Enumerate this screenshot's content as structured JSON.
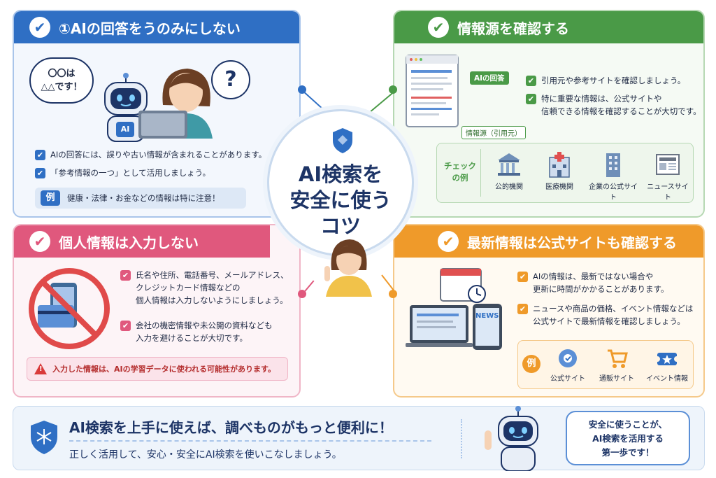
{
  "center": {
    "title_line1": "AI検索を",
    "title_line2": "安全に使う",
    "title_line3": "コツ"
  },
  "panel1": {
    "title": "①AIの回答をうのみにしない",
    "bubble_line1": "〇〇は",
    "bubble_line2": "△△です！",
    "question_mark": "?",
    "robot_badge": "AI",
    "bullets": [
      "AIの回答には、誤りや古い情報が含まれることがあります。",
      "「参考情報の一つ」として活用しましょう。"
    ],
    "example_tag": "例",
    "example_text": "健康・法律・お金などの情報は特に注意！"
  },
  "panel2": {
    "title": "情報源を確認する",
    "label_answer": "AIの回答",
    "label_source": "情報源（引用元）",
    "bullet1": "引用元や参考サイトを確認しましょう。",
    "bullet2_line1": "特に重要な情報は、公式サイトや",
    "bullet2_line2": "信頼できる情報を確認することが大切です。",
    "check_label_line1": "チェック",
    "check_label_line2": "の例",
    "sources": [
      "公的機関",
      "医療機関",
      "企業の公式サイト",
      "ニュースサイト"
    ]
  },
  "panel3": {
    "title": "個人情報は入力しない",
    "bullet1": [
      "氏名や住所、電話番号、メールアドレス、",
      "クレジットカード情報などの",
      "個人情報は入力しないようにしましょう。"
    ],
    "bullet2": [
      "会社の機密情報や未公開の資料なども",
      "入力を避けることが大切です。"
    ],
    "warning": "入力した情報は、AIの学習データに使われる可能性があります。"
  },
  "panel4": {
    "title": "最新情報は公式サイトも確認する",
    "bullet1": [
      "AIの情報は、最新ではない場合や",
      "更新に時間がかかることがあります。"
    ],
    "bullet2": [
      "ニュースや商品の価格、イベント情報などは",
      "公式サイトで最新情報を確認しましょう。"
    ],
    "news_label": "NEWS",
    "example_tag": "例",
    "examples": [
      "公式サイト",
      "通販サイト",
      "イベント情報"
    ]
  },
  "footer": {
    "headline": "AI検索を上手に使えば、調べものがもっと便利に！",
    "subline": "正しく活用して、安心・安全にAI検索を使いこなしましょう。",
    "bubble": [
      "安全に使うことが、",
      "AI検索を活用する",
      "第一歩です！"
    ]
  },
  "colors": {
    "blue": "#2f6fc4",
    "green": "#4a9a47",
    "pink": "#e0587d",
    "orange": "#ef9a2a",
    "navy": "#1d3466"
  }
}
